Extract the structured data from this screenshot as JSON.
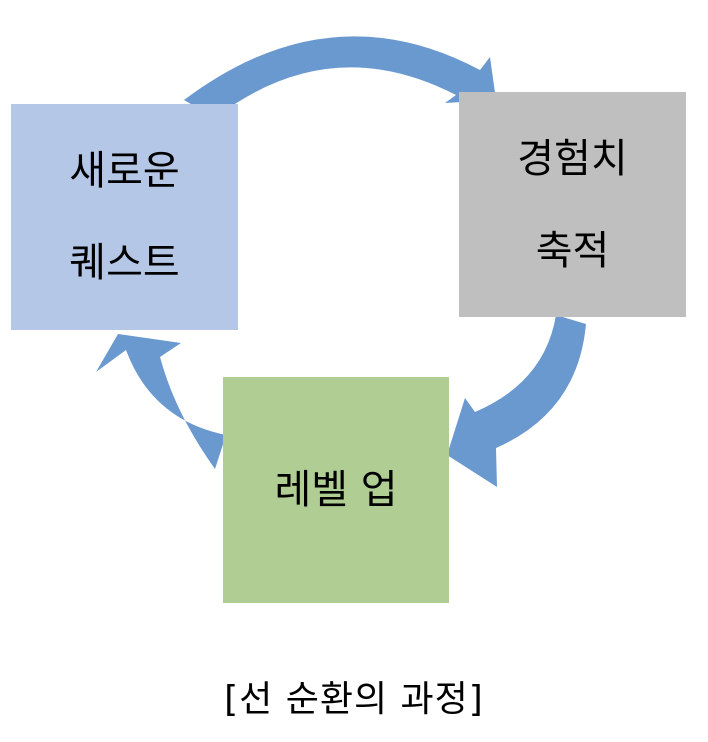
{
  "diagram": {
    "nodes": {
      "new_quest": {
        "lines": [
          "새로운",
          "퀘스트"
        ],
        "color": "#b4c7e7"
      },
      "exp_gain": {
        "lines": [
          "경험치",
          "축적"
        ],
        "color": "#bfbfbf"
      },
      "level_up": {
        "lines": [
          "레벨 업"
        ],
        "color": "#b0ce94"
      }
    },
    "arrows": [
      {
        "from": "new_quest",
        "to": "exp_gain"
      },
      {
        "from": "exp_gain",
        "to": "level_up"
      },
      {
        "from": "level_up",
        "to": "new_quest"
      }
    ],
    "arrow_color": "#6a99d0"
  },
  "caption": "[선 순환의 과정]"
}
